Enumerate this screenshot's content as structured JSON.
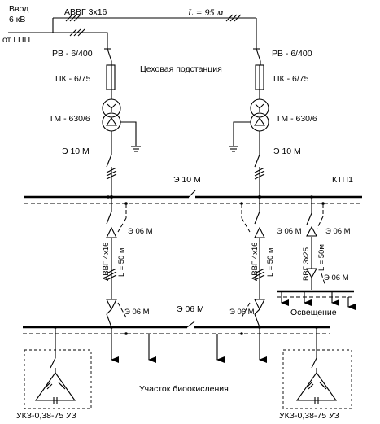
{
  "labels": {
    "input_line1": "Ввод",
    "input_line2": "6 кВ",
    "input_line3": "от ГПП",
    "cable_in": "АВВГ 3х16",
    "length_in": "L = 95 м",
    "rv_left": "РВ - 6/400",
    "rv_right": "РВ - 6/400",
    "workshop_substation": "Цеховая подстанция",
    "pk_left": "ПК - 6/75",
    "pk_right": "ПК - 6/75",
    "tm_left": "ТМ - 630/6",
    "tm_right": "ТМ - 630/6",
    "e10_left": "Э 10 М",
    "e10_right": "Э 10 М",
    "e10_tie": "Э 10 М",
    "ktp": "КТП1",
    "e06_l1": "Э 06 М",
    "e06_r1": "Э 06 М",
    "e06_light1": "Э 06 М",
    "cable_left": "АВВГ 4х16",
    "len_left": "L = 50 м",
    "cable_right": "АВВГ 4х16",
    "len_right": "L = 50 м",
    "cable_light": "ВВГ 3х25",
    "len_light": "L = 50м",
    "e06_light2": "Э 06 М",
    "lighting": "Освещение",
    "e06_l2": "Э 06 М",
    "e06_tie": "Э 06 М",
    "e06_r2": "Э 06 М",
    "area": "Участок биоокисления",
    "ukz_left": "УКЗ-0,38-75 УЗ",
    "ukz_right": "УКЗ-0,38-75 УЗ"
  }
}
